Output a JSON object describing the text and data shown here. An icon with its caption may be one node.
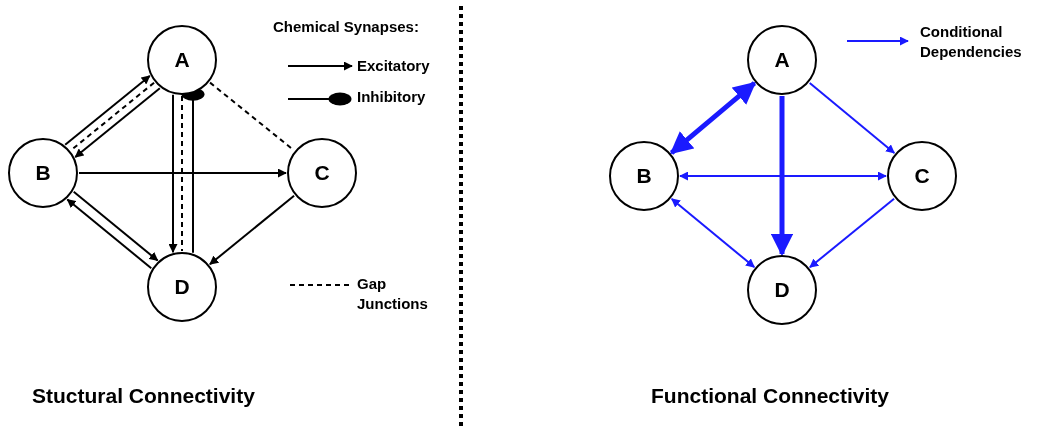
{
  "diagram": {
    "nodes": [
      {
        "text": [
          "A"
        ]
      },
      {
        "text": [
          "B"
        ]
      },
      {
        "text": [
          "C"
        ]
      },
      {
        "text": [
          "D"
        ]
      },
      {
        "text": [
          "A"
        ]
      },
      {
        "text": [
          "B"
        ]
      },
      {
        "text": [
          "C"
        ]
      },
      {
        "text": [
          "D"
        ]
      }
    ],
    "edges": [
      {
        "from": 1,
        "to": 0,
        "arrow": "to"
      },
      {
        "from": 0,
        "to": 1,
        "arrow": "none",
        "style": "dashed"
      },
      {
        "from": 0,
        "to": 1,
        "arrow": "to"
      },
      {
        "from": 0,
        "to": 3,
        "arrow": "to"
      },
      {
        "from": 0,
        "to": 3,
        "arrow": "none",
        "style": "dashed"
      },
      {
        "from": 3,
        "to": 0,
        "arrow": "other"
      },
      {
        "from": 0,
        "to": 2,
        "arrow": "none",
        "style": "dashed"
      },
      {
        "from": 1,
        "to": 2,
        "arrow": "to"
      },
      {
        "from": 1,
        "to": 3,
        "arrow": "to"
      },
      {
        "from": 3,
        "to": 1,
        "arrow": "to"
      },
      {
        "from": 2,
        "to": 3,
        "arrow": "to"
      },
      {
        "from": 4,
        "to": 5,
        "arrow": "both",
        "style": "thick",
        "color": "#1a1aff"
      },
      {
        "from": 4,
        "to": 7,
        "arrow": "to",
        "style": "thick",
        "color": "#1a1aff"
      },
      {
        "from": 4,
        "to": 6,
        "arrow": "to",
        "color": "#1a1aff"
      },
      {
        "from": 5,
        "to": 6,
        "arrow": "both",
        "color": "#1a1aff"
      },
      {
        "from": 5,
        "to": 7,
        "arrow": "both",
        "color": "#1a1aff"
      },
      {
        "from": 6,
        "to": 7,
        "arrow": "to",
        "color": "#1a1aff"
      }
    ],
    "labels": [
      "Chemical Synapses:",
      "Stuctural Connectivity",
      "Functional Connectivity"
    ],
    "legend": [
      {
        "text": "Excitatory"
      },
      {
        "text": "Inhibitory"
      },
      {
        "text": "Gap Junctions"
      },
      {
        "text": "Conditional Dependencies"
      }
    ]
  }
}
